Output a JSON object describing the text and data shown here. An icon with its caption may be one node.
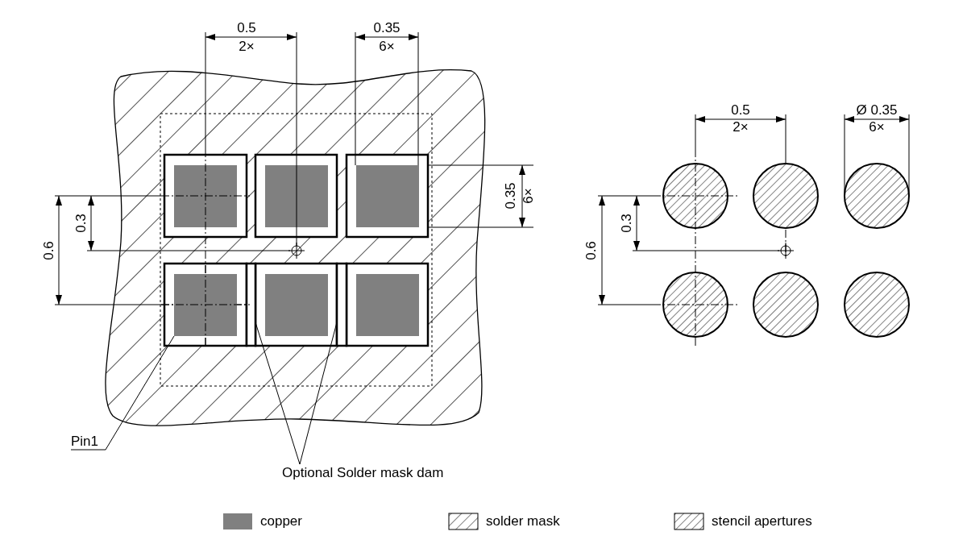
{
  "diagram": {
    "nodes": [
      {
        "text": [
          "Pin1"
        ]
      },
      {
        "text": [],
        "shape": "box"
      },
      {
        "text": [
          "Optional Solder mask dam"
        ]
      },
      {
        "text": [],
        "shape": "bar"
      },
      {
        "text": [],
        "shape": "bar"
      }
    ],
    "edges": [
      {
        "from": 0,
        "to": 1,
        "arrow": "none"
      },
      {
        "from": 2,
        "to": 3,
        "arrow": "none"
      },
      {
        "from": 2,
        "to": 4,
        "arrow": "none"
      }
    ],
    "labels": [
      "0.5",
      "2×",
      "0.35",
      "6×",
      "0.5",
      "2×",
      "Ø 0.35",
      "6×",
      "0.35",
      "6×",
      "0.3",
      "0.6",
      "0.3",
      "0.6"
    ],
    "legend": [
      {
        "text": "copper",
        "color": "#808080"
      },
      {
        "text": "solder mask"
      },
      {
        "text": "stencil apertures"
      }
    ]
  }
}
